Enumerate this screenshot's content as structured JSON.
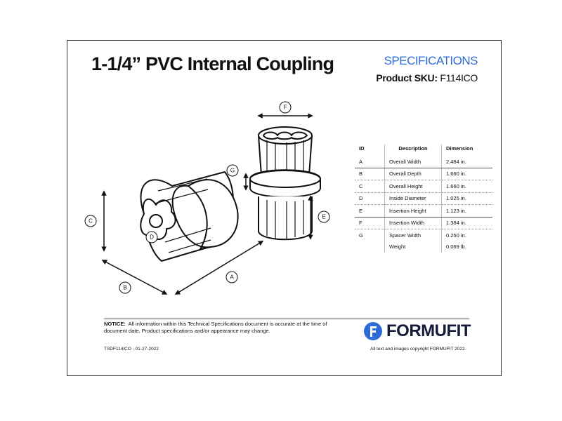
{
  "title": "1-1/4” PVC Internal Coupling",
  "specifications_heading": "SPECIFICATIONS",
  "sku_label": "Product SKU:",
  "sku_value": "F114ICO",
  "table": {
    "headers": [
      "ID",
      "Description",
      "Dimension"
    ],
    "rows": [
      {
        "id": "A",
        "description": "Overall Width",
        "dimension": "2.484 in."
      },
      {
        "id": "B",
        "description": "Overall Depth",
        "dimension": "1.660 in."
      },
      {
        "id": "C",
        "description": "Overall Height",
        "dimension": "1.660 in."
      },
      {
        "id": "D",
        "description": "Inside Diameter",
        "dimension": "1.025 in."
      },
      {
        "id": "E",
        "description": "Insertion Height",
        "dimension": "1.123 in."
      },
      {
        "id": "F",
        "description": "Insertion Width",
        "dimension": "1.384 in."
      },
      {
        "id": "G",
        "description": "Spacer Width",
        "dimension": "0.250 in."
      },
      {
        "id": "",
        "description": "Weight",
        "dimension": "0.069 lb."
      }
    ]
  },
  "drawing_labels": {
    "A": "A",
    "B": "B",
    "C": "C",
    "D": "D",
    "E": "E",
    "F": "F",
    "G": "G"
  },
  "notice_label": "NOTICE:",
  "notice_text": "All information within this Technical Specifications document is accurate at the time of document date. Product specifications and/or appearance may change.",
  "document_id": "TSDF114ICO - 01-27-2022",
  "brand_name": "FORMUFIT",
  "copyright": "All text and images copyright FORMUFIT 2022.",
  "colors": {
    "accent": "#2f6bd6",
    "brand": "#141c3a",
    "brand_mark": "#2f6bd6"
  },
  "icons": {
    "brand": "formufit-logo-icon"
  }
}
